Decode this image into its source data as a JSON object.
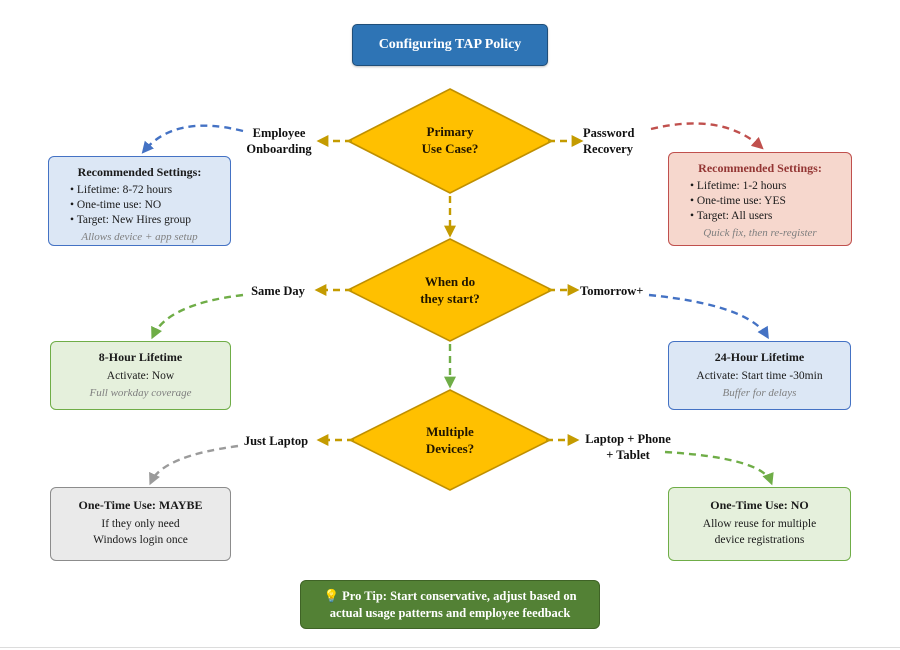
{
  "title": "Configuring TAP Policy",
  "decisions": {
    "primary_use_case": {
      "question": "Primary\nUse Case?",
      "left_label": "Employee\nOnboarding",
      "right_label": "Password\nRecovery"
    },
    "start_time": {
      "question": "When do\nthey start?",
      "left_label": "Same Day",
      "right_label": "Tomorrow+"
    },
    "multiple_devices": {
      "question": "Multiple\nDevices?",
      "left_label": "Just Laptop",
      "right_label": "Laptop + Phone\n+ Tablet"
    }
  },
  "boxes": {
    "onboarding": {
      "title": "Recommended Settings:",
      "bullets": [
        "Lifetime: 8-72 hours",
        "One-time use: NO",
        "Target: New Hires group"
      ],
      "note": "Allows device + app setup"
    },
    "recovery": {
      "title": "Recommended Settings:",
      "bullets": [
        "Lifetime: 1-2 hours",
        "One-time use: YES",
        "Target: All users"
      ],
      "note": "Quick fix, then re-register"
    },
    "same_day": {
      "title": "8-Hour Lifetime",
      "body": "Activate: Now",
      "note": "Full workday coverage"
    },
    "tomorrow": {
      "title": "24-Hour Lifetime",
      "body": "Activate: Start time -30min",
      "note": "Buffer for delays"
    },
    "just_laptop": {
      "title": "One-Time Use: MAYBE",
      "body": "If they only need\nWindows login once"
    },
    "multi_device": {
      "title": "One-Time Use: NO",
      "body": "Allow reuse for multiple\ndevice registrations"
    }
  },
  "protip": {
    "icon": "💡",
    "text": "Pro Tip: Start conservative, adjust based on\nactual usage patterns and employee feedback"
  },
  "colors": {
    "title_fill": "#2E74B5",
    "diamond_fill": "#FFC000",
    "diamond_border": "#BF8F00",
    "gold_arrow": "#C49B00",
    "blue_accent": "#4472C4",
    "red_accent": "#C0504D",
    "green_accent": "#6FAD47",
    "gray_accent": "#9B9B9B",
    "protip_fill": "#538135",
    "note_gray": "#7F7F7F"
  }
}
